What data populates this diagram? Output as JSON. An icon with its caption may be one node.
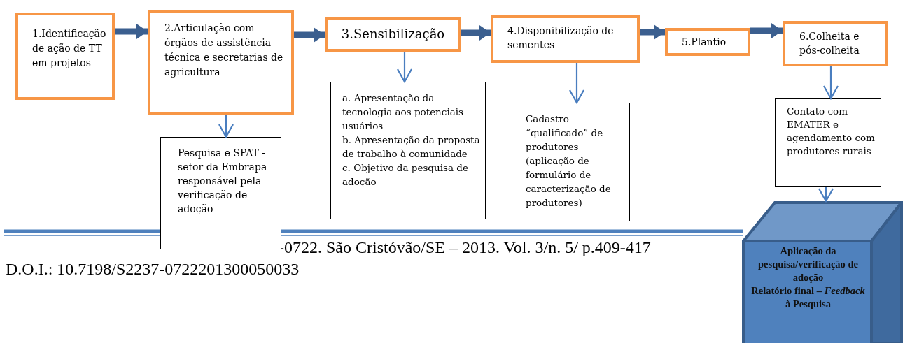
{
  "diagram": {
    "nodes": [
      {
        "text": [
          "1.Identificação de ação de TT em projetos"
        ]
      },
      {
        "text": [
          "2.Articulação com órgãos de assistência técnica e secretarias de agricultura"
        ]
      },
      {
        "text": [
          "3.Sensibilização"
        ]
      },
      {
        "text": [
          "4.Disponibilização de sementes"
        ]
      },
      {
        "text": [
          "5.Plantio"
        ]
      },
      {
        "text": [
          "6.Colheita e pós-colheita"
        ]
      },
      {
        "text": [
          "Pesquisa e SPAT - setor da Embrapa responsável pela verificação de adoção"
        ]
      },
      {
        "text": [
          "a. Apresentação da tecnologia aos potenciais usuários",
          "b. Apresentação da proposta de trabalho à comunidade",
          "c. Objetivo da pesquisa de adoção"
        ]
      },
      {
        "text": [
          "Cadastro “qualificado” de produtores (aplicação de formulário de caracterização de produtores)"
        ]
      },
      {
        "text": [
          "Contato com EMATER e agendamento com produtores rurais"
        ]
      },
      {
        "text": [
          "Aplicação da pesquisa/verificação de adoção",
          "Relatório final – *Feedback* à Pesquisa"
        ]
      }
    ],
    "edges": [
      {
        "from": 0,
        "to": 1,
        "arrow": "to",
        "style": "thick",
        "color": "#3b5f8f"
      },
      {
        "from": 1,
        "to": 2,
        "arrow": "to",
        "style": "thick",
        "color": "#3b5f8f"
      },
      {
        "from": 2,
        "to": 3,
        "arrow": "to",
        "style": "thick",
        "color": "#3b5f8f"
      },
      {
        "from": 3,
        "to": 4,
        "arrow": "to",
        "style": "thick",
        "color": "#3b5f8f"
      },
      {
        "from": 4,
        "to": 5,
        "arrow": "to",
        "style": "thick",
        "color": "#3b5f8f"
      },
      {
        "from": 1,
        "to": 6,
        "arrow": "to"
      },
      {
        "from": 2,
        "to": 7,
        "arrow": "to"
      },
      {
        "from": 3,
        "to": 8,
        "arrow": "to"
      },
      {
        "from": 5,
        "to": 9,
        "arrow": "to"
      },
      {
        "from": 9,
        "to": 10,
        "arrow": "to"
      }
    ],
    "labels": [
      "-0722. São Cristóvão/SE – 2013. Vol. 3/n. 5/ p.409-417",
      "D.O.I.: 10.7198/S2237-0722201300050033"
    ]
  }
}
